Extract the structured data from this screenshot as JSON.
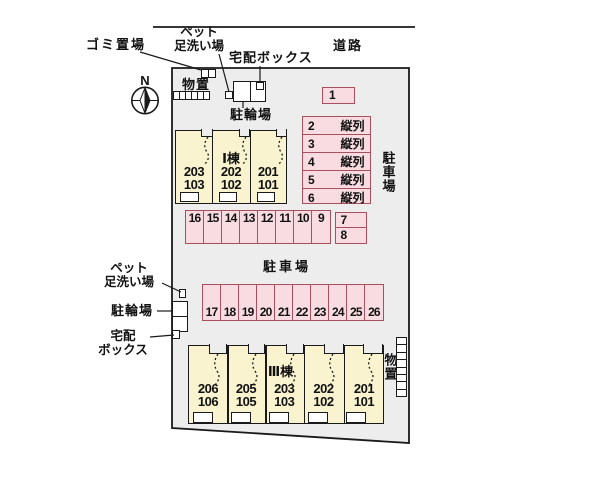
{
  "colors": {
    "site_fill": "#ededed",
    "building_fill": "#f9f4cf",
    "stall_fill": "#f9dce2",
    "stall_border": "#a9505f",
    "ink": "#1a1a1a"
  },
  "compass": {
    "north_label": "N"
  },
  "road_label": "道路",
  "top_area": {
    "garbage_label": "ゴミ置場",
    "pet_wash_line1": "ペット",
    "pet_wash_line2": "足洗い場",
    "delivery_box_label": "宅配ボックス",
    "storage_label": "物置",
    "bicycle_label": "駐輪場"
  },
  "left_area": {
    "pet_wash_line1": "ペット",
    "pet_wash_line2": "足洗い場",
    "bicycle_label": "駐輪場",
    "delivery_line1": "宅配",
    "delivery_line2": "ボックス"
  },
  "right_area": {
    "parking_label": "駐車場",
    "storage_label": "物置"
  },
  "center_area": {
    "parking_label": "駐車場"
  },
  "building_1": {
    "name": "Ⅰ棟",
    "units": [
      {
        "upper": "203",
        "lower": "103"
      },
      {
        "upper": "202",
        "lower": "102"
      },
      {
        "upper": "201",
        "lower": "101"
      }
    ]
  },
  "building_3": {
    "name": "Ⅲ棟",
    "units": [
      {
        "upper": "206",
        "lower": "106"
      },
      {
        "upper": "205",
        "lower": "105"
      },
      {
        "upper": "203",
        "lower": "103"
      },
      {
        "upper": "202",
        "lower": "102"
      },
      {
        "upper": "201",
        "lower": "101"
      }
    ]
  },
  "parking": {
    "stall_1": "1",
    "tandem_rows": [
      {
        "num": "2",
        "type": "縦列"
      },
      {
        "num": "3",
        "type": "縦列"
      },
      {
        "num": "4",
        "type": "縦列"
      },
      {
        "num": "5",
        "type": "縦列"
      },
      {
        "num": "6",
        "type": "縦列"
      }
    ],
    "stall_7": "7",
    "stall_8": "8",
    "mid_row": [
      "16",
      "15",
      "14",
      "13",
      "12",
      "11",
      "10",
      "9"
    ],
    "bottom_row": [
      "17",
      "18",
      "19",
      "20",
      "21",
      "22",
      "23",
      "24",
      "25",
      "26"
    ]
  }
}
